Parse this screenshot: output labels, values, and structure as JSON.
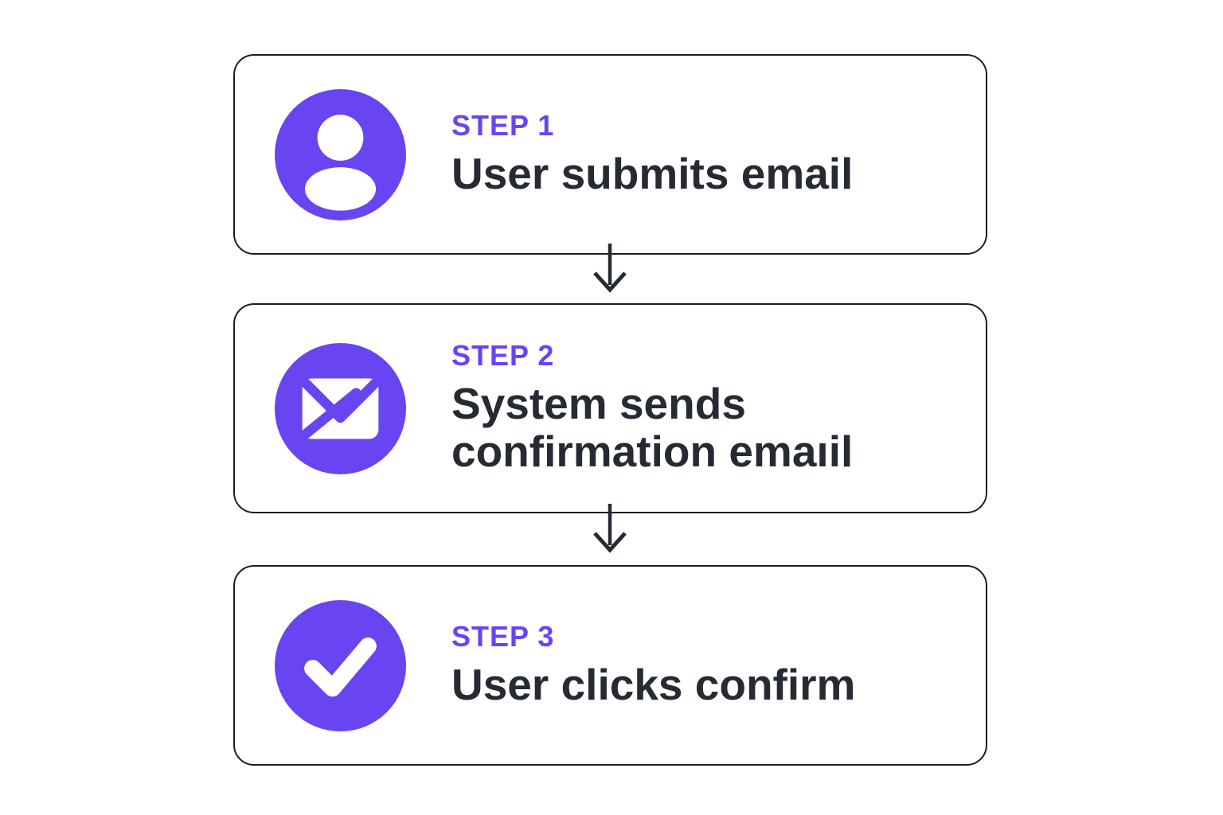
{
  "diagram": {
    "accent_color": "#6845F0",
    "title_color": "#262B33",
    "border_color": "#1A1E24",
    "arrow_color": "#262B33",
    "background_color": "#FFFFFF",
    "steps": [
      {
        "label": "STEP 1",
        "title": "User submits email",
        "icon": "user-icon"
      },
      {
        "label": "STEP 2",
        "title": "System sends confirmation emaıil",
        "icon": "envelope-icon"
      },
      {
        "label": "STEP 3",
        "title": "User clicks confirm",
        "icon": "check-icon"
      }
    ],
    "connectors": [
      {
        "type": "arrow-down"
      },
      {
        "type": "arrow-down"
      }
    ]
  }
}
